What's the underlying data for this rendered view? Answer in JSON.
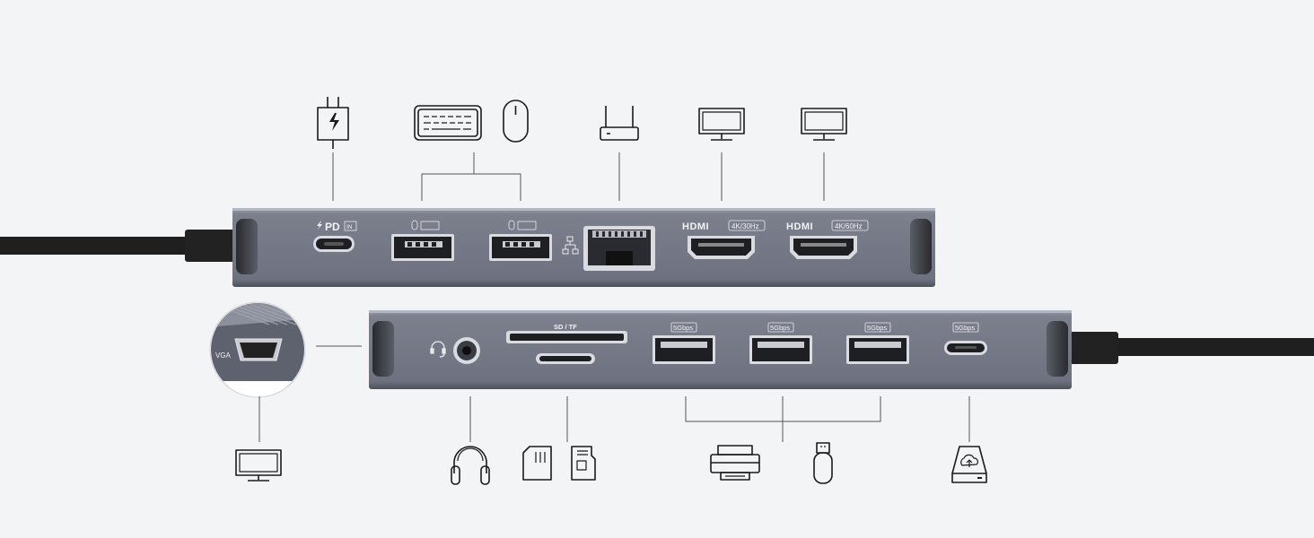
{
  "top_hub": {
    "pd_label": "PD",
    "pd_in_label": "IN",
    "hdmi_1_label": "HDMI",
    "hdmi_1_spec": "4K/30Hz",
    "hdmi_2_label": "HDMI",
    "hdmi_2_spec": "4K/60Hz"
  },
  "bottom_hub": {
    "sd_tf_label": "SD / TF",
    "usb_a_1_spec": "5Gbps",
    "usb_a_2_spec": "5Gbps",
    "usb_a_3_spec": "5Gbps",
    "usb_c_spec": "5Gbps"
  },
  "vga_inset": {
    "vga_label": "VGA"
  },
  "colors": {
    "background": "#f3f4f6",
    "hub_body": "#6b6f7c",
    "hub_face": "#7a7e8b",
    "cable": "#1f1f1f",
    "icon_stroke": "#1a1a1a",
    "leader_line": "#555555"
  }
}
